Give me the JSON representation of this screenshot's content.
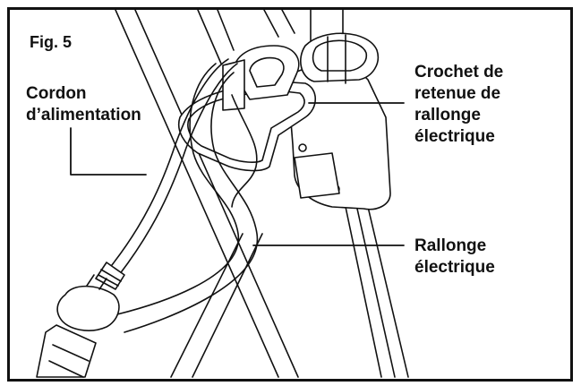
{
  "figure": {
    "number": "Fig. 5",
    "labels": {
      "power_cord": "Cordon\nd’alimentation",
      "hook": "Crochet de\nretenue de\nrallonge\nélectrique",
      "extension_cord": "Rallonge\nélectrique"
    }
  },
  "colors": {
    "line": "#111111",
    "background": "#ffffff"
  }
}
